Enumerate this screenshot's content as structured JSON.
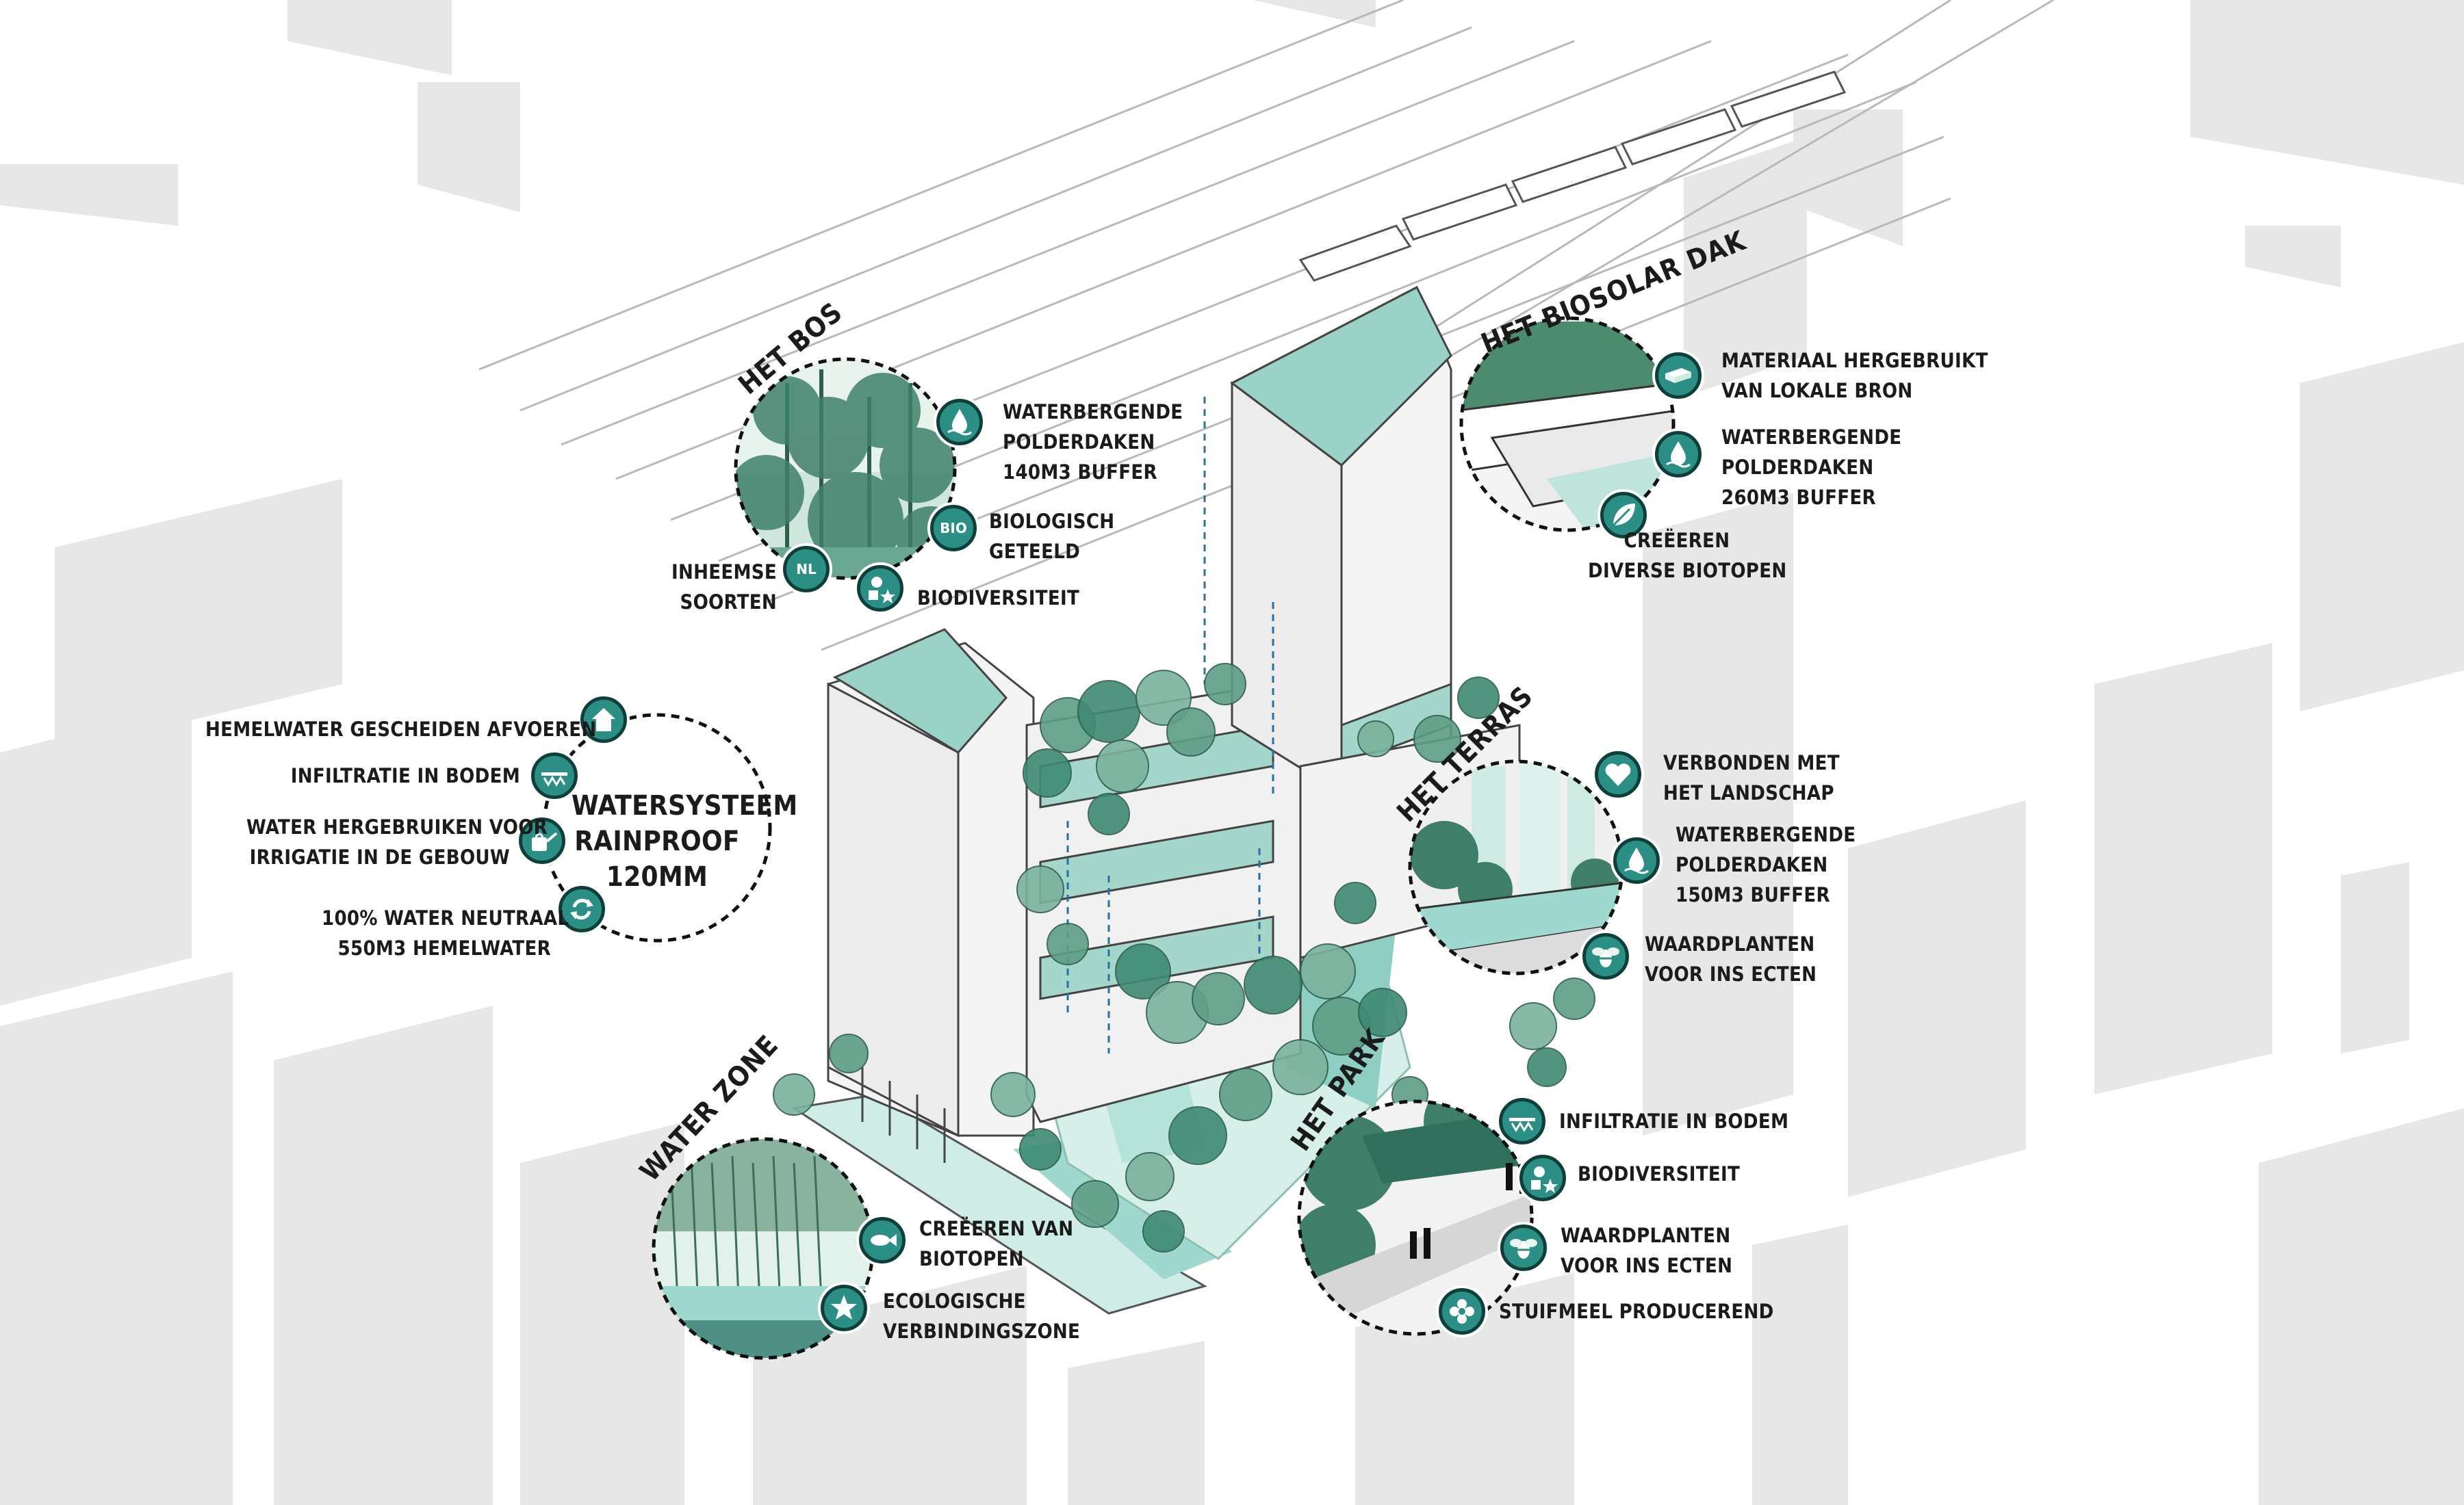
{
  "bos": {
    "title": "HET BOS",
    "items": [
      {
        "icon": "water-drop-icon",
        "lines": [
          "WATERBERGENDE",
          "POLDERDAKEN",
          "140M3 BUFFER"
        ]
      },
      {
        "icon": "bio-badge-icon",
        "badge": "BIO",
        "lines": [
          "BIOLOGISCH",
          "GETEELD"
        ]
      },
      {
        "icon": "native-nl-icon",
        "badge": "NL",
        "lines": [
          "INHEEMSE",
          "SOORTEN"
        ]
      },
      {
        "icon": "shapes-icon",
        "lines": [
          "BIODIVERSITEIT"
        ]
      }
    ]
  },
  "biosolar": {
    "title": "HET BIOSOLAR DAK",
    "items": [
      {
        "icon": "brick-icon",
        "lines": [
          "MATERIAAL HERGEBRUIKT",
          "VAN LOKALE BRON"
        ]
      },
      {
        "icon": "water-drop-icon",
        "lines": [
          "WATERBERGENDE",
          "POLDERDAKEN",
          "260M3 BUFFER"
        ]
      },
      {
        "icon": "leaf-icon",
        "lines": [
          "CREËEREN",
          "DIVERSE BIOTOPEN"
        ]
      }
    ]
  },
  "watersysteem": {
    "title_lines": [
      "WATERSYSTEEM",
      "RAINPROOF",
      "120MM"
    ],
    "items": [
      {
        "icon": "house-arrow-icon",
        "lines": [
          "HEMELWATER GESCHEIDEN AFVOEREN"
        ]
      },
      {
        "icon": "infiltration-icon",
        "lines": [
          "INFILTRATIE IN BODEM"
        ]
      },
      {
        "icon": "watering-can-icon",
        "lines": [
          "WATER HERGEBRUIKEN VOOR",
          "IRRIGATIE IN DE GEBOUW"
        ]
      },
      {
        "icon": "recycle-icon",
        "lines": [
          "100% WATER NEUTRAAL",
          "550M3 HEMELWATER"
        ]
      }
    ]
  },
  "terras": {
    "title": "HET TERRAS",
    "items": [
      {
        "icon": "heart-icon",
        "lines": [
          "VERBONDEN MET",
          "HET LANDSCHAP"
        ]
      },
      {
        "icon": "water-drop-icon",
        "lines": [
          "WATERBERGENDE",
          "POLDERDAKEN",
          "150M3 BUFFER"
        ]
      },
      {
        "icon": "bee-icon",
        "lines": [
          "WAARDPLANTEN",
          "VOOR INS ECTEN"
        ]
      }
    ]
  },
  "waterzone": {
    "title": "WATER ZONE",
    "items": [
      {
        "icon": "fish-icon",
        "lines": [
          "CREËEREN VAN",
          "BIOTOPEN"
        ]
      },
      {
        "icon": "star-icon",
        "lines": [
          "ECOLOGISCHE",
          "VERBINDINGSZONE"
        ]
      }
    ]
  },
  "park": {
    "title": "HET PARK",
    "items": [
      {
        "icon": "infiltration-icon",
        "lines": [
          "INFILTRATIE IN BODEM"
        ]
      },
      {
        "icon": "shapes-icon",
        "lines": [
          "BIODIVERSITEIT"
        ]
      },
      {
        "icon": "bee-icon",
        "lines": [
          "WAARDPLANTEN",
          "VOOR INS ECTEN"
        ]
      },
      {
        "icon": "flower-icon",
        "lines": [
          "STUIFMEEL PRODUCEREND"
        ]
      }
    ]
  },
  "colors": {
    "accent": "#2b8f85",
    "accent_dark": "#0f3f3a",
    "greenery": "#3f8a74",
    "water": "#9ed8cf",
    "context_blocks": "#e6e6e6"
  }
}
